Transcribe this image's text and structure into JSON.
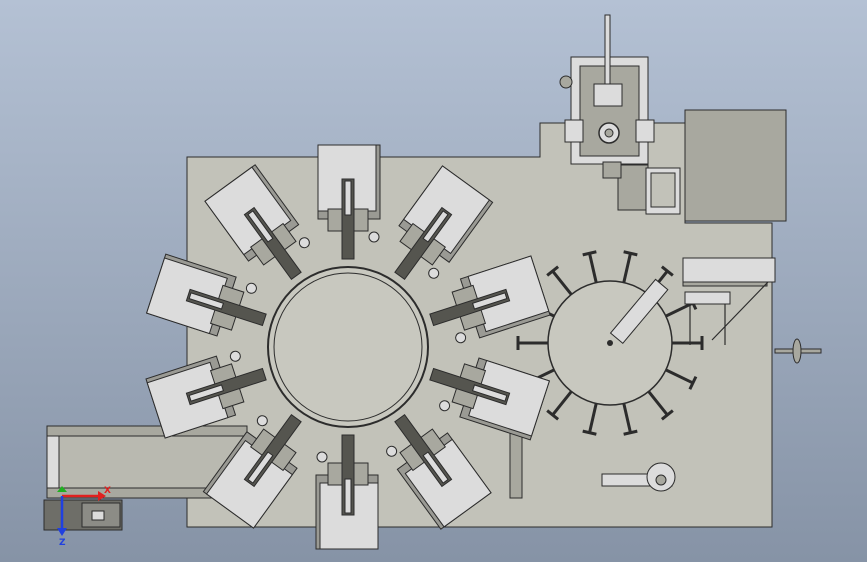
{
  "viewport": {
    "background_top": "#b4c1d4",
    "background_bottom": "#8693a6"
  },
  "colors": {
    "plate": "#c2c2b9",
    "plate_dark": "#a8a89f",
    "turntable": "#c8c8bf",
    "station_box": "#dcdcdc",
    "station_box_shadow": "#9a9a94",
    "clamp_dark": "#55554f",
    "outline": "#2c2c2c",
    "conveyor": "#b9b9b0",
    "motor": "#6e6e68",
    "axis_x": "#e02020",
    "axis_y": "#20b020",
    "axis_z": "#2040e0"
  },
  "triad": {
    "x_label": "X",
    "z_label": "Z"
  },
  "rotary_stations": {
    "count": 10,
    "first_angle_deg": 90
  },
  "small_turntable": {
    "arm_count": 14
  }
}
